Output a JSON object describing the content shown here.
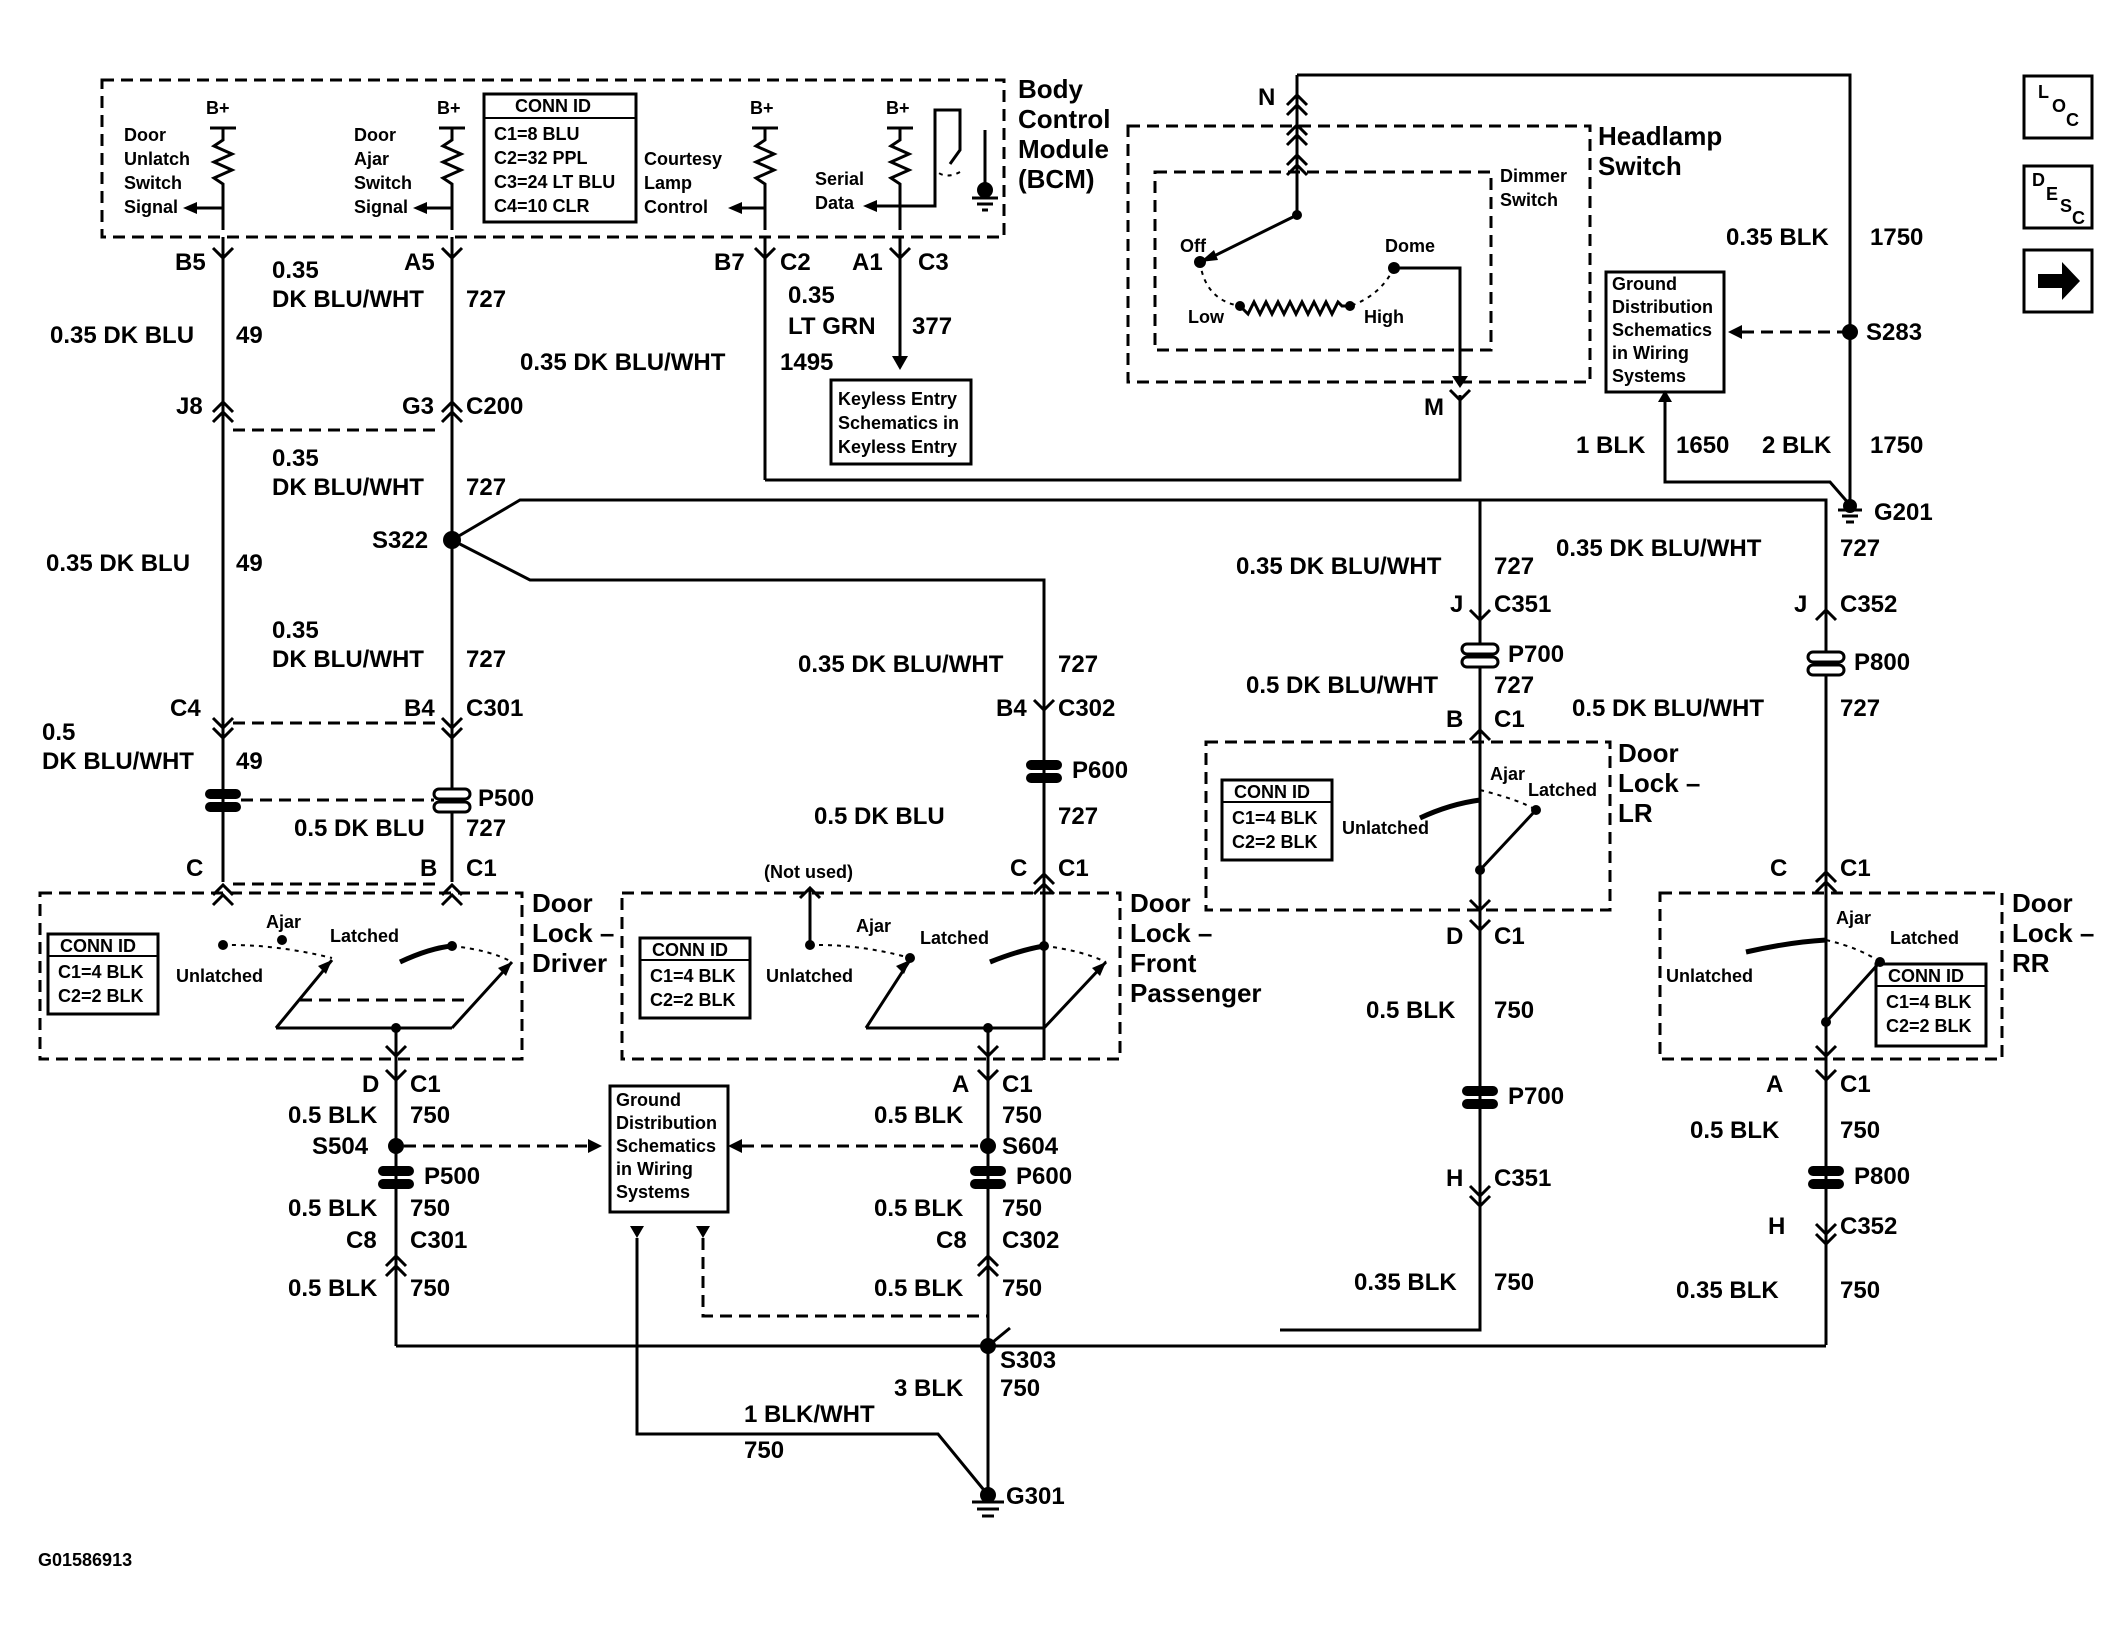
{
  "bcm": {
    "title_lines": [
      "Body",
      "Control",
      "Module",
      "(BCM)"
    ],
    "bplus": "B+",
    "door_unlatch": [
      "Door",
      "Unlatch",
      "Switch",
      "Signal"
    ],
    "door_ajar": [
      "Door",
      "Ajar",
      "Switch",
      "Signal"
    ],
    "courtesy": [
      "Courtesy",
      "Lamp",
      "Control"
    ],
    "serial": [
      "Serial",
      "Data"
    ],
    "conn_title": "CONN ID",
    "conn_lines": [
      "C1=8 BLU",
      "C2=32 PPL",
      "C3=24 LT BLU",
      "C4=10 CLR"
    ],
    "pins": [
      "B5",
      "A5",
      "B7",
      "C2",
      "A1",
      "C3"
    ]
  },
  "headlamp": {
    "title_lines": [
      "Headlamp",
      "Switch"
    ],
    "dimmer": [
      "Dimmer",
      "Switch"
    ],
    "off": "Off",
    "dome": "Dome",
    "low": "Low",
    "high": "High",
    "pin_n": "N",
    "pin_m": "M"
  },
  "ground_ref": [
    "Ground",
    "Distribution",
    "Schematics",
    "in Wiring",
    "Systems"
  ],
  "keyless_ref": [
    "Keyless Entry",
    "Schematics in",
    "Keyless Entry"
  ],
  "wires": {
    "w1": "0.35",
    "w2": "DK BLU/WHT",
    "w3": "727",
    "w4": "0.35 DK BLU",
    "w5": "49",
    "w6": "0.35",
    "w7": "LT GRN",
    "w8": "377",
    "w9": "0.35 DK BLU/WHT",
    "w10": "1495",
    "w11": "0.35 BLK",
    "w12": "1750",
    "w13": "1 BLK",
    "w14": "1650",
    "w15": "2 BLK",
    "w16": "1750",
    "w17": "0.35 DK BLU/WHT",
    "w18": "727",
    "w19": "0.5 DK BLU/WHT",
    "w20": "727",
    "w21": "0.5",
    "w22": "DK BLU/WHT",
    "w23": "49",
    "w24": "0.5 DK BLU",
    "w25": "727",
    "w26": "0.5 BLK",
    "w27": "750",
    "w28": "0.35 BLK",
    "w29": "3 BLK",
    "w30": "1 BLK/WHT"
  },
  "connectors": {
    "j8": "J8",
    "g3": "G3",
    "c200": "C200",
    "s322": "S322",
    "c4": "C4",
    "b4": "B4",
    "c301": "C301",
    "c302": "C302",
    "p500": "P500",
    "p600": "P600",
    "p700": "P700",
    "p800": "P800",
    "c351": "C351",
    "c352": "C352",
    "j": "J",
    "b": "B",
    "c": "C",
    "c1": "C1",
    "d": "D",
    "a": "A",
    "h": "H",
    "c8": "C8",
    "s283": "S283",
    "g201": "G201",
    "s504": "S504",
    "s604": "S604",
    "s303": "S303",
    "g301": "G301"
  },
  "door_locks": {
    "driver": [
      "Door",
      "Lock –",
      "Driver"
    ],
    "passenger": [
      "Door",
      "Lock –",
      "Front",
      "Passenger"
    ],
    "lr": [
      "Door",
      "Lock –",
      "LR"
    ],
    "rr": [
      "Door",
      "Lock –",
      "RR"
    ],
    "ajar": "Ajar",
    "latched": "Latched",
    "unlatched": "Unlatched",
    "not_used": "(Not used)",
    "conn_title": "CONN ID",
    "conn_lines": [
      "C1=4 BLK",
      "C2=2 BLK"
    ]
  },
  "side_icons": {
    "loc": [
      "L",
      "O",
      "C"
    ],
    "desc": [
      "D",
      "E",
      "S",
      "C"
    ],
    "arrow_icon": "right-arrow-icon"
  },
  "figure_id": "G01586913"
}
